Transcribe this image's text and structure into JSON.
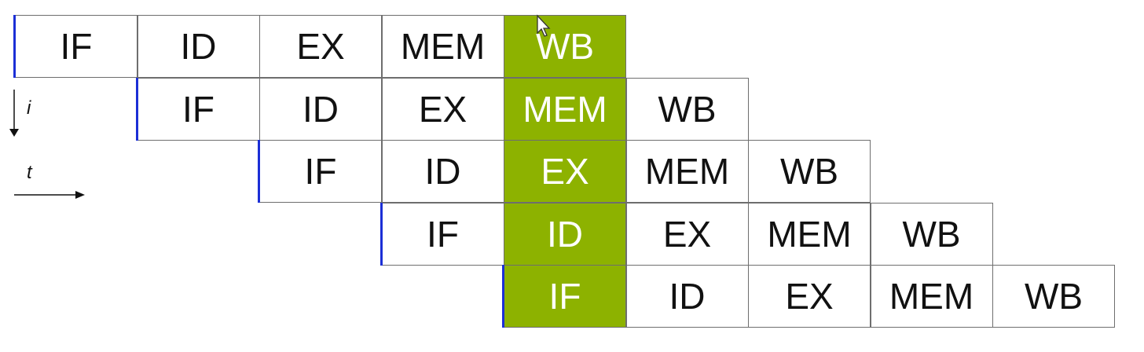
{
  "axis": {
    "instruction_label": "i",
    "time_label": "t"
  },
  "rows": [
    {
      "start": 0,
      "stages": [
        "IF",
        "ID",
        "EX",
        "MEM",
        "WB"
      ]
    },
    {
      "start": 1,
      "stages": [
        "IF",
        "ID",
        "EX",
        "MEM",
        "WB"
      ]
    },
    {
      "start": 2,
      "stages": [
        "IF",
        "ID",
        "EX",
        "MEM",
        "WB"
      ]
    },
    {
      "start": 3,
      "stages": [
        "IF",
        "ID",
        "EX",
        "MEM",
        "WB"
      ]
    },
    {
      "start": 4,
      "stages": [
        "IF",
        "ID",
        "EX",
        "MEM",
        "WB"
      ]
    }
  ],
  "highlight_cycle": 4,
  "highlight_color": "#8db200",
  "start_marker_color": "#1c2fd6",
  "icons": [
    "mouse-cursor-icon"
  ]
}
